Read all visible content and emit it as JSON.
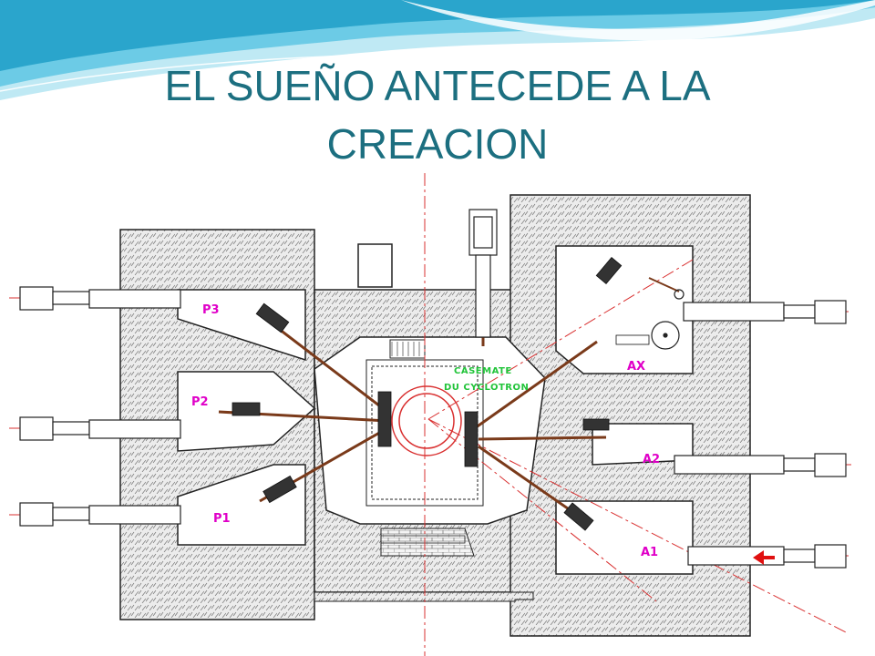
{
  "slide": {
    "title_line1": "EL SUEÑO ANTECEDE A LA",
    "title_line2": "CREACION"
  },
  "colors": {
    "title": "#1c6f80",
    "wave_light": "#bfe9f4",
    "wave_mid": "#6ccbe6",
    "wave_dark": "#2aa5cc",
    "hatch_fill": "#e9e9e9",
    "outline": "#222222",
    "axis_red": "#d93030",
    "label_magenta": "#e000c8",
    "label_green": "#22c43a",
    "beam_brown": "#7a3a1a",
    "arrow_red": "#e01010"
  },
  "plan": {
    "cave_labels": {
      "p3": "P3",
      "p2": "P2",
      "p1": "P1",
      "ax": "AX",
      "a2": "A2",
      "a1": "A1"
    },
    "casemate_line1": "CASEMATE",
    "casemate_line2": "DU CYCLOTRON"
  }
}
